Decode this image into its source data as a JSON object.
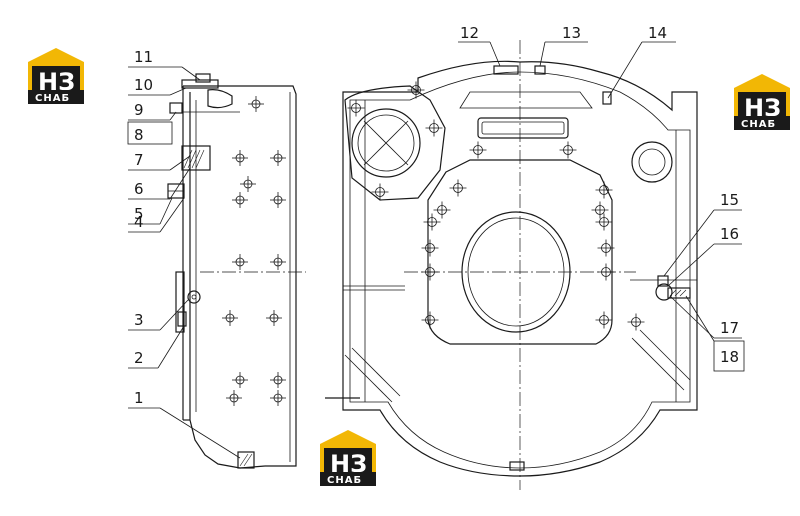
{
  "callouts": [
    {
      "id": 1,
      "label": "1"
    },
    {
      "id": 2,
      "label": "2"
    },
    {
      "id": 3,
      "label": "3"
    },
    {
      "id": 4,
      "label": "4"
    },
    {
      "id": 5,
      "label": "5"
    },
    {
      "id": 6,
      "label": "6"
    },
    {
      "id": 7,
      "label": "7"
    },
    {
      "id": 8,
      "label": "8"
    },
    {
      "id": 9,
      "label": "9"
    },
    {
      "id": 10,
      "label": "10"
    },
    {
      "id": 11,
      "label": "11"
    },
    {
      "id": 12,
      "label": "12"
    },
    {
      "id": 13,
      "label": "13"
    },
    {
      "id": 14,
      "label": "14"
    },
    {
      "id": 15,
      "label": "15"
    },
    {
      "id": 16,
      "label": "16"
    },
    {
      "id": 17,
      "label": "17"
    },
    {
      "id": 18,
      "label": "18"
    }
  ],
  "watermark": {
    "letters": "НЗ",
    "word": "СНАБ",
    "colors": {
      "gold": "#f2b705",
      "dark": "#1a1a1a"
    }
  }
}
